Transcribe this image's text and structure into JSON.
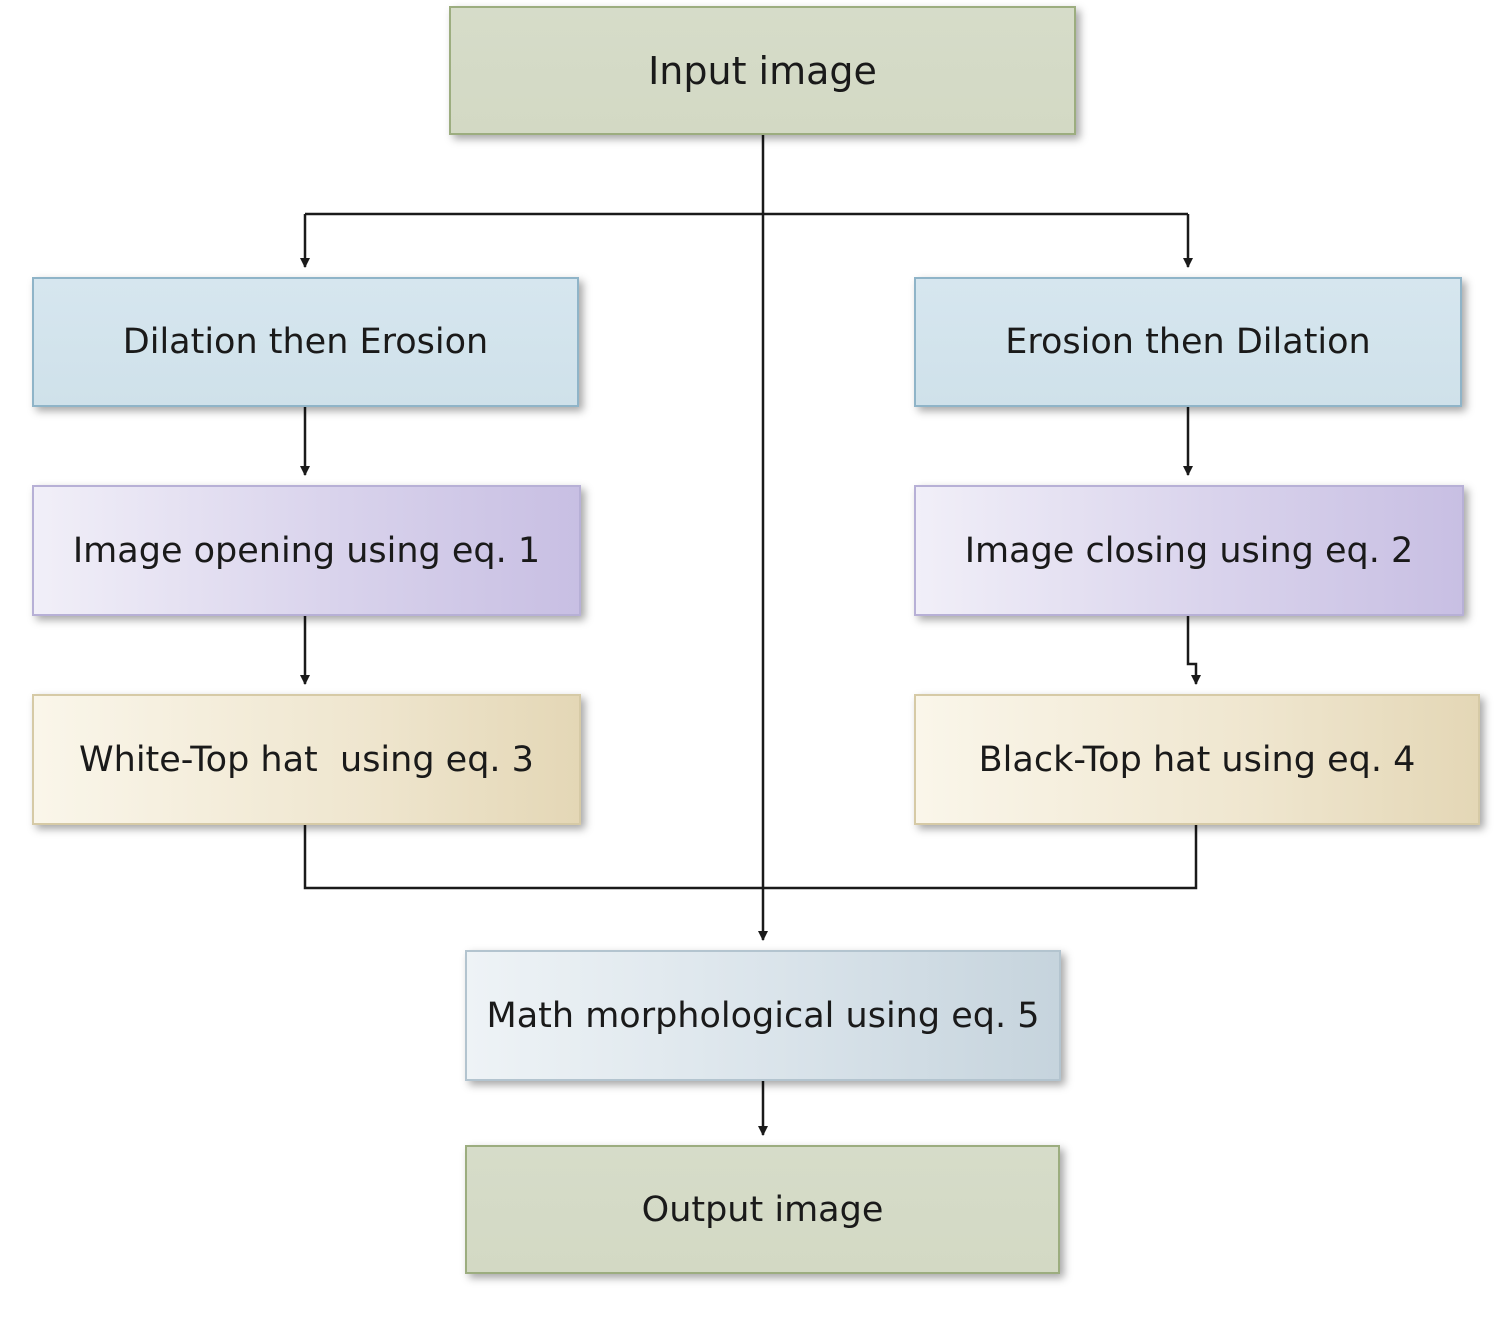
{
  "nodes": {
    "input": "Input image",
    "dilation_then_erosion": "Dilation then Erosion",
    "erosion_then_dilation": "Erosion then Dilation",
    "image_opening": "Image opening using eq. 1",
    "image_closing": "Image closing using eq. 2",
    "white_top_hat": "White-Top hat  using eq. 3",
    "black_top_hat": "Black-Top hat using eq. 4",
    "math_morphological": "Math morphological using eq. 5",
    "output": "Output image"
  },
  "edges": [
    {
      "from": "input",
      "to": "dilation_then_erosion"
    },
    {
      "from": "input",
      "to": "erosion_then_dilation"
    },
    {
      "from": "input",
      "to": "math_morphological"
    },
    {
      "from": "dilation_then_erosion",
      "to": "image_opening"
    },
    {
      "from": "image_opening",
      "to": "white_top_hat"
    },
    {
      "from": "erosion_then_dilation",
      "to": "image_closing"
    },
    {
      "from": "image_closing",
      "to": "black_top_hat"
    },
    {
      "from": "white_top_hat",
      "to": "math_morphological"
    },
    {
      "from": "black_top_hat",
      "to": "math_morphological"
    },
    {
      "from": "math_morphological",
      "to": "output"
    }
  ],
  "colors": {
    "line": "#1a1a1a",
    "green_box": "#d6dcc9",
    "blue_box": "#d3e4ed",
    "purple_box": "#d9d3ec",
    "tan_box": "#efe6cf",
    "steel_box": "#d9e3ea"
  }
}
